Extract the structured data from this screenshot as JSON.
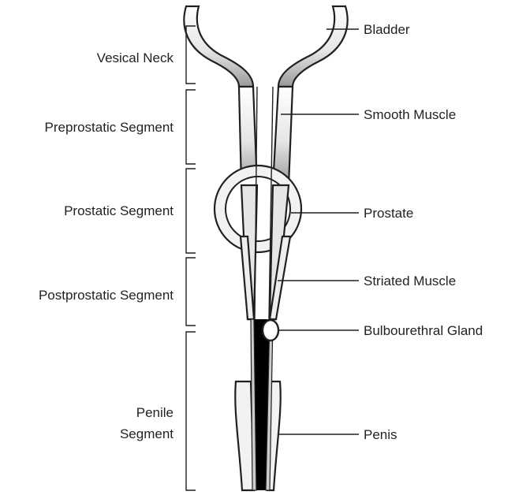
{
  "left_labels": {
    "vesical_neck": "Vesical Neck",
    "preprostatic": "Preprostatic Segment",
    "prostatic": "Prostatic Segment",
    "postprostatic": "Postprostatic Segment",
    "penile_line1": "Penile",
    "penile_line2": "Segment"
  },
  "right_labels": {
    "bladder": "Bladder",
    "smooth_muscle": "Smooth Muscle",
    "prostate": "Prostate",
    "striated_muscle": "Striated Muscle",
    "bulbourethral_gland": "Bulbourethral Gland",
    "penis": "Penis"
  },
  "colors": {
    "outline": "#231f20",
    "light_fill": "#f2f2f2",
    "gradient_dark": "#9a9a9a",
    "lumen": "#000000"
  }
}
